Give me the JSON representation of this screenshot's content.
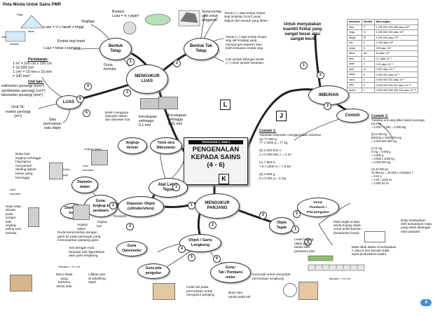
{
  "page_title": "Peta Minda Untuk Sains PMR",
  "center": {
    "tag": "TINGKATAN 2, BAB 3",
    "title": "PENGENALAN\nKEPADA SAINS\n(4 - 6)"
  },
  "letters": {
    "L": "L",
    "J": "J",
    "K": "K"
  },
  "nodes": {
    "mengukur_luas": "MENGUKUR\nLUAS",
    "bentuk_tetap": "Bentuk\nTetap",
    "bentuk_tak_tetap": "Bentuk Tak\nTetap",
    "luas": "LUAS",
    "alat_lebih_tepat": "Alat Lebih\nTepat",
    "angkup_vernier": "Angkup\nVernier",
    "tolok_skru": "Tolok skru\nMikrometer",
    "diameter_dalam": "Diameter\ndalam",
    "diameter_luar": "Diameter\nluar",
    "guna_angkup": "Guna:\nAngkup &\npembaris",
    "diameter_objek": "Diameter Objek\n(silinder/sfera)",
    "mengukur_panjang": "MENGUKUR\nPANJANG",
    "objek_garis": "Objek / Garis\nLengkung",
    "guna_opisometer": "Guna\nOpisometer",
    "guna_pita": "Guna pita\npengukur",
    "guna_tali": "Guna:\nTali / Pembaris\nmeter",
    "objek_tegak": "Objek\nTegak",
    "guna_pembaris": "Guna:\nPembaris /\nPita pengukur",
    "imbuhan": "IMBUHAN",
    "contoh": "Contoh"
  },
  "numbers": [
    "1",
    "2",
    "3",
    "4",
    "5",
    "6",
    "1",
    "2",
    "3",
    "1",
    "2",
    "3",
    "1",
    "2",
    "3",
    "4",
    "5",
    "6",
    "1",
    "2",
    "3"
  ],
  "texts": {
    "segi_tiga_label": "Segitiga",
    "segi_tiga_formula": "Luas = ½ x tapak x tinggi",
    "empat_segi_label": "Empat segi tepat",
    "empat_segi_formula": "Luas = lebar x panjang",
    "guna_formula": "Guna\nformula",
    "tinggi": "tinggi",
    "tapak": "tapak",
    "lebar": "lebar",
    "panjang": "panjang",
    "bulatan": "Bulatan\nLuas = π x jejari²",
    "kertas_graf": "Guna kertas\ngraf untuk\nanggaran",
    "tanda_1": "Tanda (✓) atas setiap empat\nsegi lengkap (1cm²) yang\ndiliputi oleh bentuk yang diberi.",
    "tanda_2": "Tanda (✓) atas setiap empat\nsegi tak lengkap yang\nmempunyai separuh atau\nlebih keluasan empat segi.",
    "cari_jumlah": "Cari jumlah bilangan tanda\n(✓) untuk jumlah keluasan.",
    "pertukaran_title": "Pertukaran:",
    "pertukaran": "1 m² = 100 cm x 100 cm\n= 10 000 cm²\n1 cm² = 10 mm x 10 mm\n= 100 mm²",
    "unit_lain_title": "Unit lain:",
    "unit_lain": "milimeter persegi (mm²)\nsentimeter persegi (cm²)\nkilometer persegi (km²)",
    "unit_si": "Unit SI:\nmeter persegi\n(m²)",
    "satu_permukaan": "Satu\npermukaan\nsatu objek",
    "boleh_mengukur": "Boleh mengukur\ndiameter dalam\ndan diameter luar",
    "kecekapan_1": "Kecekapan\nsehingga\n0.1 mm",
    "kecekapan_2": "Kecekapan\nsehingga\n0.01 mm",
    "buka_kaki": "Buka kaki\nangkup sehingga\nhujungnya\nmenyentuh\ndinding dalam\nbekas yang\nberongga",
    "angkup_dalam_label": "Angkup dalam",
    "ukur_diameter": "Ukur\ndiameter",
    "bekas": "bekas\n\npaip",
    "sepit_tutup": "Sepit tutup\nsilinder\npada\ntempat\nkaki\nangkup\npaling luas\nterbuka.",
    "angkup_luar_label": "Angkup\nluar",
    "angkup_dalam_short": "Angkup\ndalam",
    "pembaris_label": "Pembaris",
    "roda_bersentuhan": "Roda bersentuhan dengan\ngaris ke pada penunjuk yang\nmenunjukkan panjang garis.",
    "alat_roda": "Alat dengan roda\nberputar bila digerakkan\natas garis lengkung",
    "bacaan": "Bacaan = 4.0 cm",
    "baca_skala": "Baca skala\nyang\nbertemu\ntanda sifar",
    "lilitkan_pita": "Lilitkan pita\ndi sekeliling\nobjek",
    "letak_tali": "Letak tali pada\npermukaan untuk\nmengukur panjang",
    "buat_satu": "Buat satu\ntanda pada tali",
    "guna_tali_ukur": "Guna tali untuk menyukat\npermukaan lengkung",
    "letak_hujung": "Letak hujung\nobjek pada\ntanda sifar\npembaris pita",
    "mata_tegak": "Mata tegak di atas\ntanda hujung objek\nuntuk ambil bacaan\n(kedudukan betul)",
    "mata_tidak": "Mata tidak dalam di kedudukan\nA atau B beri bacaan tidak\ntepat (kedudukan salah)",
    "ralat": "Ralat disebabkan\noleh kedudukan mata\nyang salah dipanggil\nralat paralaks",
    "bacaan_2": "Bacaan = 3.6 cm",
    "untuk_menyatakan": "Untuk menyatakan\nkuantiti fizikal yang\nsangat besar atau\nsangat kecil",
    "contoh_1_title": "Contoh 1:",
    "contoh_1": "Tukarkan kilometer menggunakan imbuhan\n(a) 77 000 g\n   77 x 1000 g = 77 kg\n\n(b) 0.000 004 A\n   4 x 0.000 001 A = 4 nA\n\n(c) 7 800 m\n   7.8 x 1000 m = 7.8 km\n\n(d) 0.006 g\n   6 x 0.001 g = 6 mg",
    "contoh_2_title": "Contoh 2:",
    "contoh_2": "Tukarkan unit yang diberi dalam kurungan\n(a) 8 kg\n   = 8 000 / 1 000 = 0.008 Mg\n\n(b) 6 000 kg\n   6000 kg x 1000 000 mg\n   = 6 000 000 000 mg\n\n(c) 5 mg\n   5 mg = 0.005 g\n   = 0.005 g\n   = 0.005 x 1000 kg\n   = 0.000 005 kg\n\n(d) 40 000 µs\n   40 000 µs = 40 000 x 0.000001 s\n   = 0.04 s\n   = 0.04 / 1000 ks\n   = 0.000 04 ks"
  },
  "prefix_table": {
    "headers": [
      "Imbuhan",
      "Simbol",
      "Nilai angka"
    ],
    "rows": [
      [
        "Tera",
        "T",
        "1 000 000 000 000 atau 10¹²"
      ],
      [
        "Giga",
        "G",
        "1 000 000 000 atau 10⁹"
      ],
      [
        "Mega",
        "M",
        "1 000 000 atau 10⁶"
      ],
      [
        "kilo",
        "k",
        "1 000 atau 10³"
      ],
      [
        "hekto",
        "h",
        "100 atau 10²"
      ],
      [
        "deka",
        "da",
        "10 atau 10¹"
      ],
      [
        "desi",
        "d",
        "0.1 atau 10⁻¹"
      ],
      [
        "senti",
        "c",
        "0.01 atau 10⁻²"
      ],
      [
        "milli",
        "m",
        "0.001 atau 10⁻³"
      ],
      [
        "mikro",
        "µ",
        "0.000 001 atau 10⁻⁶"
      ],
      [
        "nano",
        "n",
        "0.000 000 001 atau 10⁻⁹"
      ],
      [
        "piko",
        "p",
        "0.000 000 000 001 atau 10⁻¹²"
      ],
      [
        "femto",
        "f",
        "0.000 000 000 000 001 atau 10⁻¹⁵"
      ]
    ]
  },
  "page_number": "4",
  "colors": {
    "link": "#222222",
    "badge": "#4a8bd8"
  }
}
